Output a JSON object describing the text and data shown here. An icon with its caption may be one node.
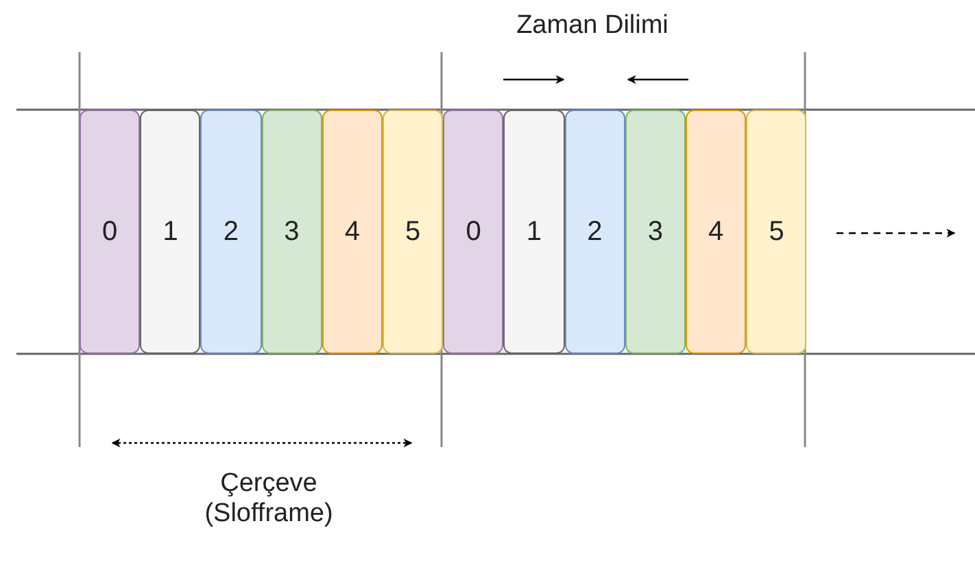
{
  "diagram": {
    "nodes": [
      {
        "text": [
          "0"
        ]
      },
      {
        "text": [
          "1"
        ]
      },
      {
        "text": [
          "2"
        ]
      },
      {
        "text": [
          "3"
        ]
      },
      {
        "text": [
          "4"
        ]
      },
      {
        "text": [
          "5"
        ]
      },
      {
        "text": [
          "0"
        ]
      },
      {
        "text": [
          "1"
        ]
      },
      {
        "text": [
          "2"
        ]
      },
      {
        "text": [
          "3"
        ]
      },
      {
        "text": [
          "4"
        ]
      },
      {
        "text": [
          "5"
        ]
      }
    ],
    "labels": [
      "Zaman Dilimi",
      "Çerçeve (Slofframe)"
    ]
  }
}
